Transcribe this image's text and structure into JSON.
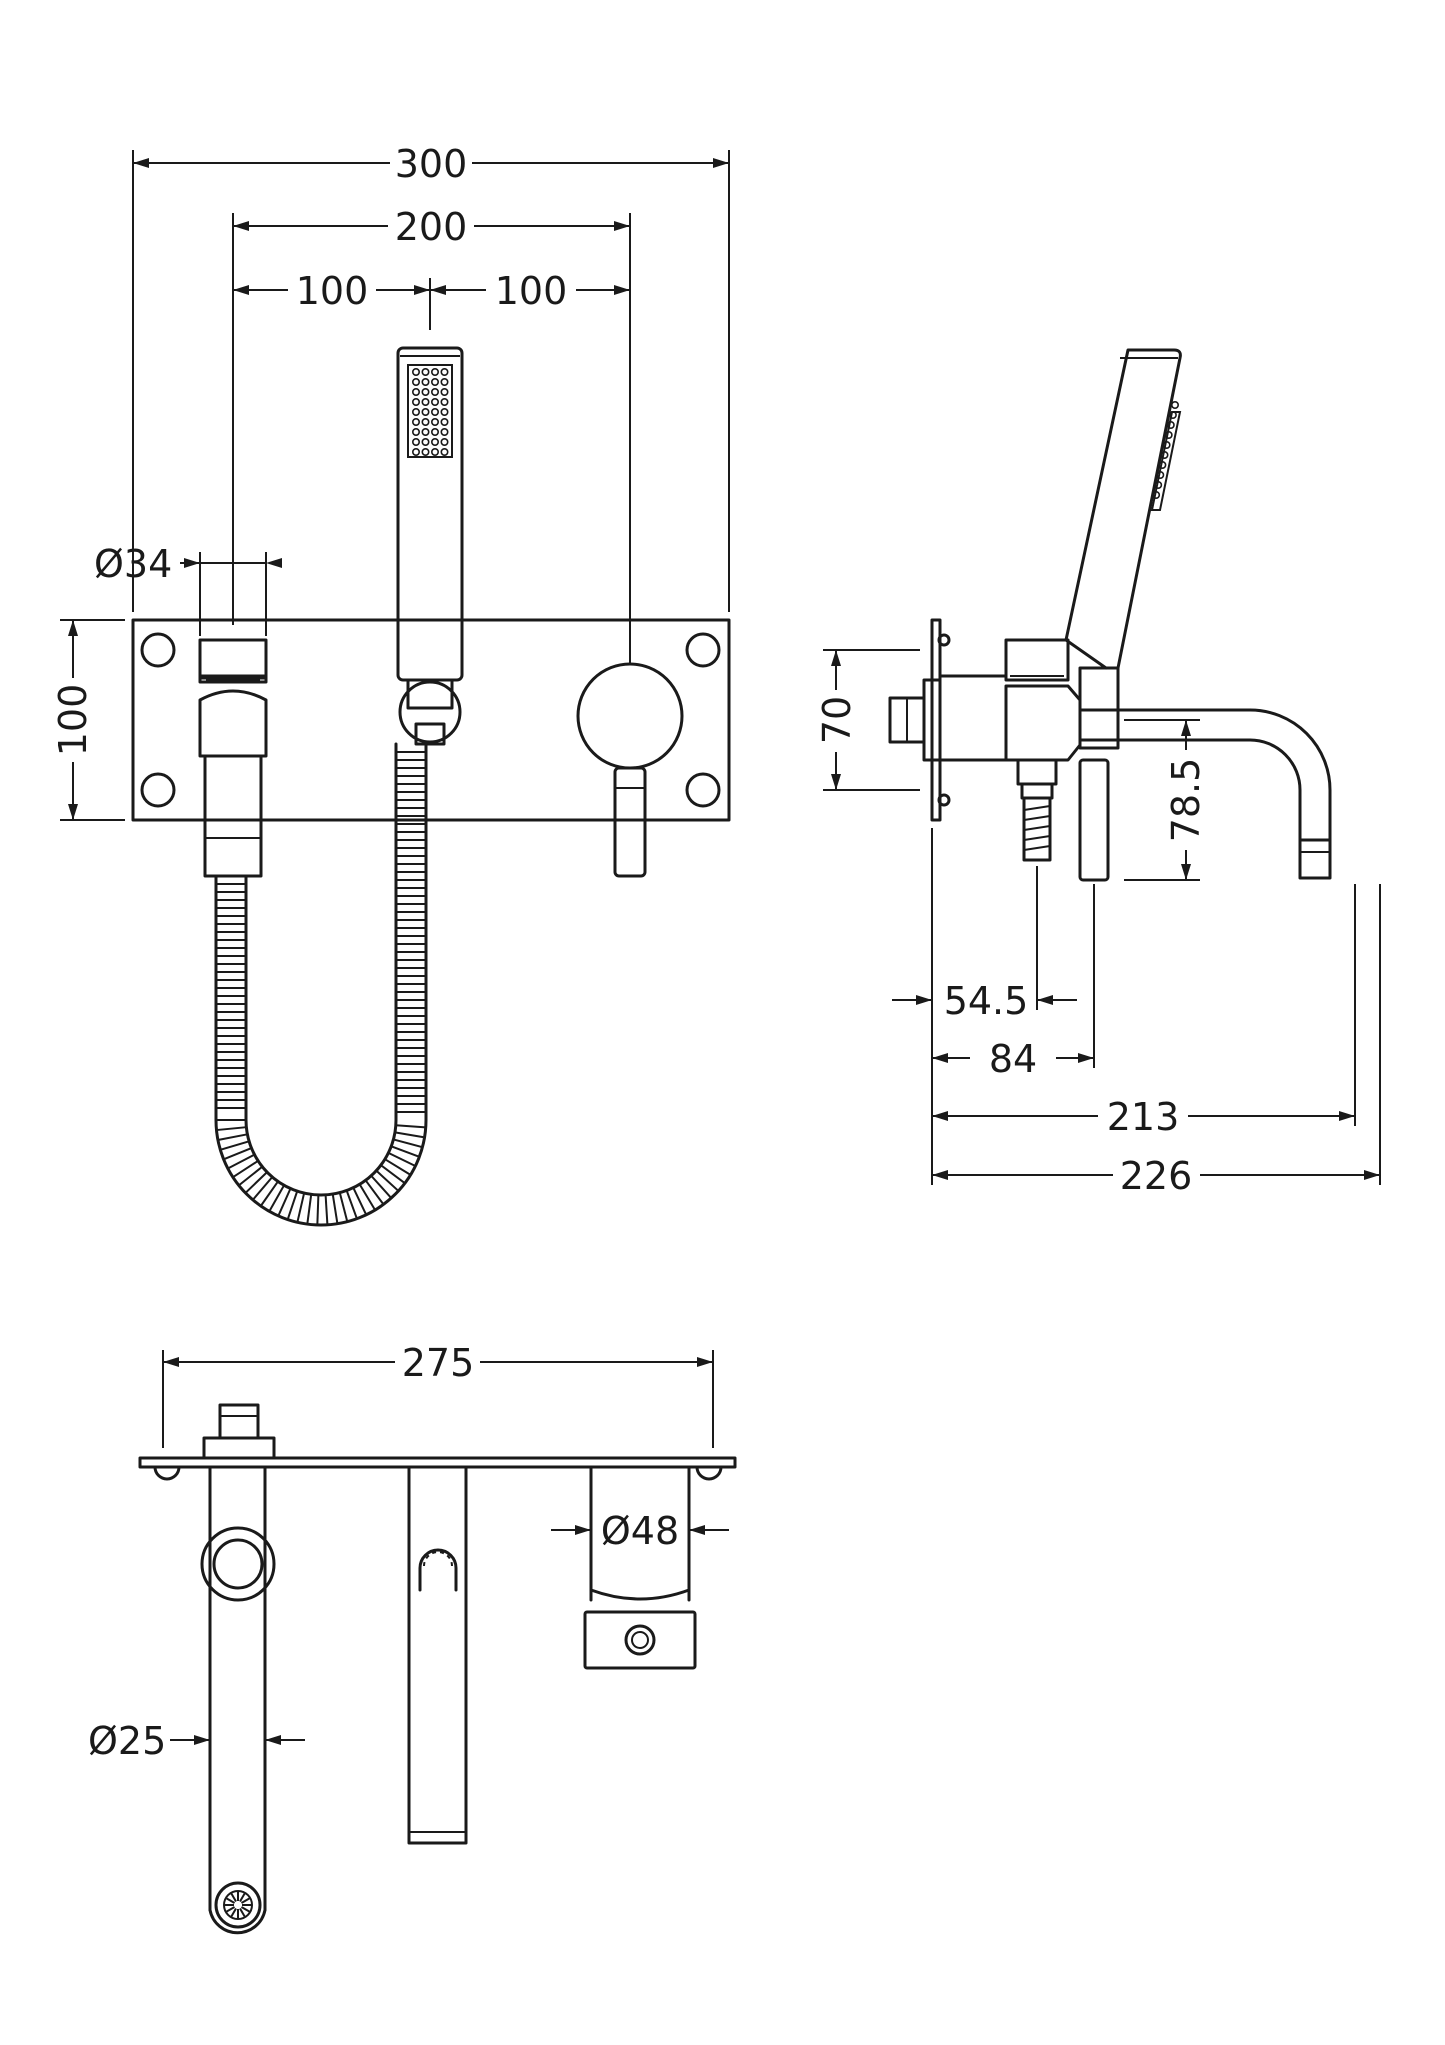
{
  "dimensions": {
    "front_view": {
      "overall_width": "300",
      "inner_width": "200",
      "left_half": "100",
      "right_half": "100",
      "holder_diameter": "Ø34",
      "plate_height": "100"
    },
    "side_view": {
      "body_height": "70",
      "spout_drop": "78.5",
      "hose_offset": "54.5",
      "handle_offset": "84",
      "spout_reach": "213",
      "overall_depth": "226"
    },
    "top_view": {
      "plate_width": "275",
      "handle_diameter": "Ø48",
      "spout_diameter": "Ø25"
    }
  }
}
